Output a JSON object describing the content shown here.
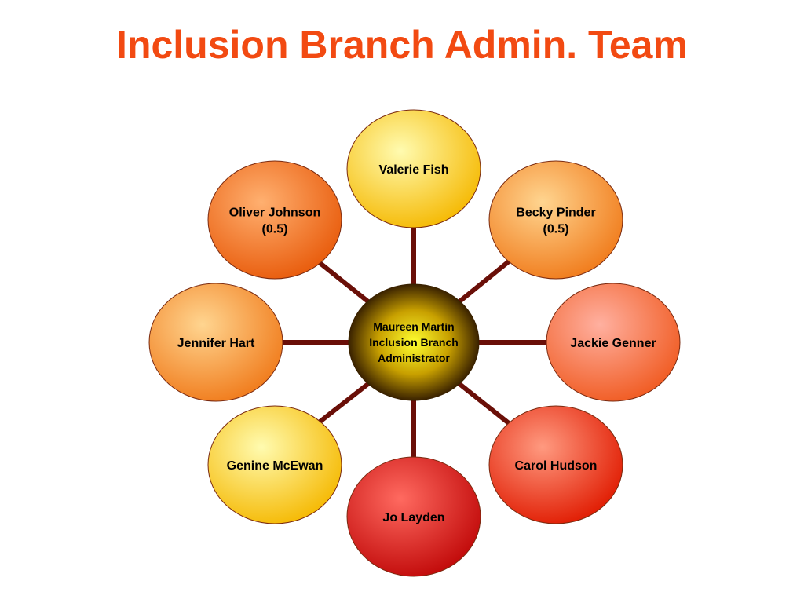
{
  "title": "Inclusion Branch Admin. Team",
  "center": {
    "lines": [
      "Maureen Martin",
      "Inclusion Branch",
      "Administrator"
    ]
  },
  "members": [
    {
      "id": "valerie-fish",
      "lines": [
        "Valerie Fish"
      ],
      "color_inner": "#fffbb0",
      "color_outer": "#f5b800"
    },
    {
      "id": "becky-pinder",
      "lines": [
        "Becky Pinder",
        "(0.5)"
      ],
      "color_inner": "#ffd590",
      "color_outer": "#f07a1a"
    },
    {
      "id": "jackie-genner",
      "lines": [
        "Jackie Genner"
      ],
      "color_inner": "#ffb0a0",
      "color_outer": "#f05a20"
    },
    {
      "id": "carol-hudson",
      "lines": [
        "Carol Hudson"
      ],
      "color_inner": "#ff9a80",
      "color_outer": "#e01a00"
    },
    {
      "id": "jo-layden",
      "lines": [
        "Jo Layden"
      ],
      "color_inner": "#ff6a60",
      "color_outer": "#c00808"
    },
    {
      "id": "genine-mcewan",
      "lines": [
        "Genine McEwan"
      ],
      "color_inner": "#fffbb0",
      "color_outer": "#f5b800"
    },
    {
      "id": "jennifer-hart",
      "lines": [
        "Jennifer Hart"
      ],
      "color_inner": "#ffd590",
      "color_outer": "#f07a1a"
    },
    {
      "id": "oliver-johnson",
      "lines": [
        "Oliver Johnson",
        "(0.5)"
      ],
      "color_inner": "#ffb070",
      "color_outer": "#e85a0a"
    }
  ],
  "colors": {
    "title": "#f24a12",
    "connector": "#6a0f08",
    "center_inner": "#ffff30",
    "center_outer": "#3a2200"
  }
}
